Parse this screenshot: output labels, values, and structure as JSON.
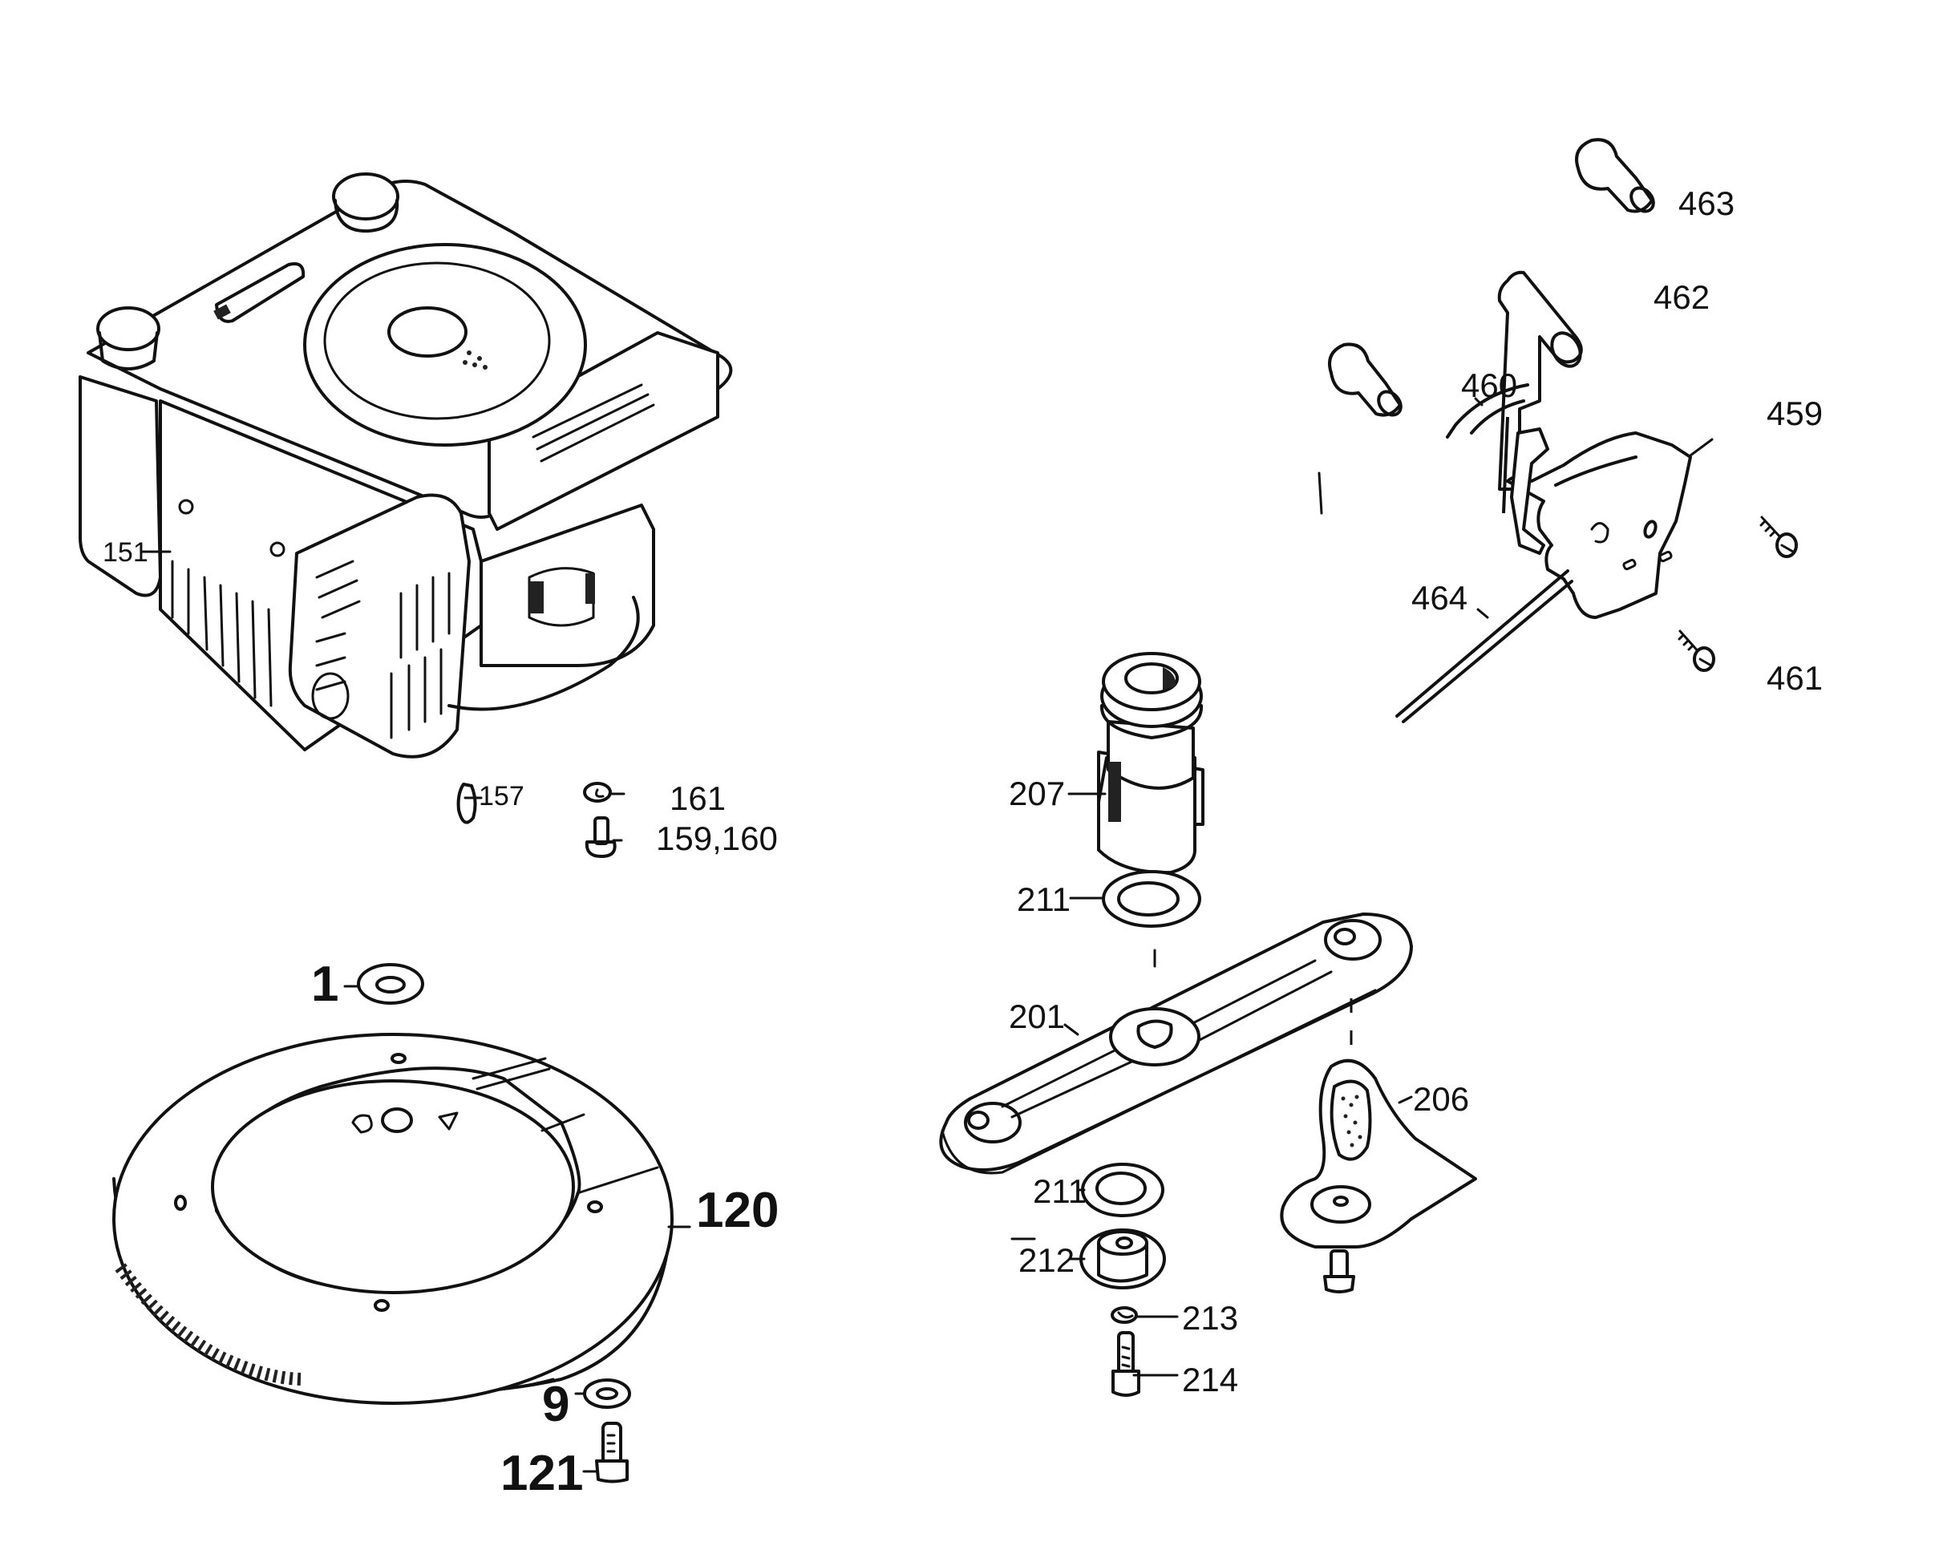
{
  "diagram": {
    "type": "exploded parts diagram",
    "colors": {
      "ink": "#111111",
      "background": "#ffffff"
    },
    "groups": [
      {
        "name": "engine",
        "parts": [
          {
            "id": "151",
            "label": "151",
            "description": "engine assembly"
          },
          {
            "id": "157",
            "label": "157",
            "description": "clip"
          },
          {
            "id": "161",
            "label": "161",
            "description": "washer"
          },
          {
            "id": "159,160",
            "label": "159,160",
            "description": "bolt"
          }
        ]
      },
      {
        "name": "flywheel-brake-ring",
        "parts": [
          {
            "id": "1",
            "label": "1",
            "description": "washer"
          },
          {
            "id": "120",
            "label": "120",
            "description": "brake ring"
          },
          {
            "id": "9",
            "label": "9",
            "description": "washer"
          },
          {
            "id": "121",
            "label": "121",
            "description": "bolt"
          }
        ]
      },
      {
        "name": "blade-assembly",
        "parts": [
          {
            "id": "207",
            "label": "207",
            "description": "blade adapter"
          },
          {
            "id": "211a",
            "label": "211",
            "description": "upper spacer washer"
          },
          {
            "id": "201",
            "label": "201",
            "description": "blade carrier bar"
          },
          {
            "id": "206",
            "label": "206",
            "description": "cutting blade"
          },
          {
            "id": "211b",
            "label": "211",
            "description": "lower spacer washer"
          },
          {
            "id": "212",
            "label": "212",
            "description": "centre washer"
          },
          {
            "id": "213",
            "label": "213",
            "description": "lock washer"
          },
          {
            "id": "214",
            "label": "214",
            "description": "centre bolt"
          }
        ]
      },
      {
        "name": "throttle-control",
        "parts": [
          {
            "id": "463",
            "label": "463",
            "description": "bolt"
          },
          {
            "id": "462",
            "label": "462",
            "description": "control lever"
          },
          {
            "id": "460",
            "label": "460",
            "description": "lever bracket"
          },
          {
            "id": "459",
            "label": "459",
            "description": "control plate"
          },
          {
            "id": "464",
            "label": "464",
            "description": "throttle cable"
          },
          {
            "id": "461",
            "label": "461",
            "description": "screw"
          }
        ]
      }
    ]
  }
}
